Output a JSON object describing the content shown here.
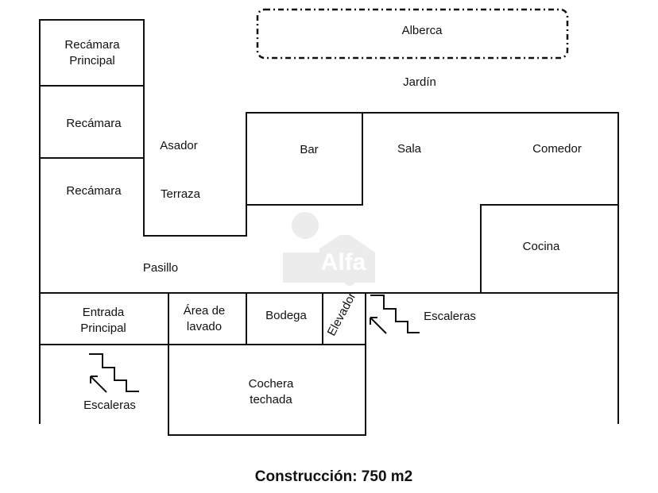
{
  "rooms": {
    "pool": "Alberca",
    "garden": "Jardín",
    "master_bedroom_line1": "Recámara",
    "master_bedroom_line2": "Principal",
    "bedroom_1": "Recámara",
    "bedroom_2": "Recámara",
    "grill": "Asador",
    "terrace": "Terraza",
    "bar": "Bar",
    "living_room": "Sala",
    "dining_room": "Comedor",
    "kitchen": "Cocina",
    "hallway": "Pasillo",
    "main_entrance_line1": "Entrada",
    "main_entrance_line2": "Principal",
    "laundry_line1": "Área de",
    "laundry_line2": "lavado",
    "storage": "Bodega",
    "elevator": "Elevador",
    "stairs_upper": "Escaleras",
    "stairs_lower": "Escaleras",
    "garage_line1": "Cochera",
    "garage_line2": "techada"
  },
  "watermark": {
    "text": "Alfa"
  },
  "caption": "Construcción: 750 m2"
}
